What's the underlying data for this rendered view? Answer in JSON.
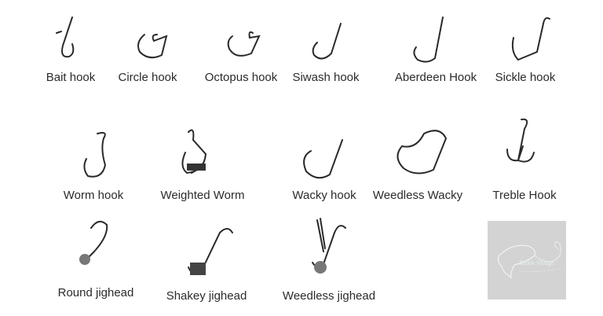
{
  "hooks": [
    {
      "label": "Bait hook",
      "icon": "bait-hook-icon"
    },
    {
      "label": "Circle hook",
      "icon": "circle-hook-icon"
    },
    {
      "label": "Octopus hook",
      "icon": "octopus-hook-icon"
    },
    {
      "label": "Siwash hook",
      "icon": "siwash-hook-icon"
    },
    {
      "label": "Aberdeen Hook",
      "icon": "aberdeen-hook-icon"
    },
    {
      "label": "Sickle hook",
      "icon": "sickle-hook-icon"
    },
    {
      "label": "Worm hook",
      "icon": "worm-hook-icon"
    },
    {
      "label": "Weighted Worm",
      "icon": "weighted-worm-hook-icon"
    },
    {
      "label": "Wacky hook",
      "icon": "wacky-hook-icon"
    },
    {
      "label": "Weedless Wacky",
      "icon": "weedless-wacky-hook-icon"
    },
    {
      "label": "Treble Hook",
      "icon": "treble-hook-icon"
    },
    {
      "label": "Round jighead",
      "icon": "round-jighead-icon"
    },
    {
      "label": "Shakey jighead",
      "icon": "shakey-jighead-icon"
    },
    {
      "label": "Weedless jighead",
      "icon": "weedless-jighead-icon"
    }
  ],
  "logo": {
    "text": "Tackle Village",
    "background": "#d3d3d3"
  },
  "colors": {
    "hook": "#2a2a2a",
    "text": "#2b2b2b"
  }
}
